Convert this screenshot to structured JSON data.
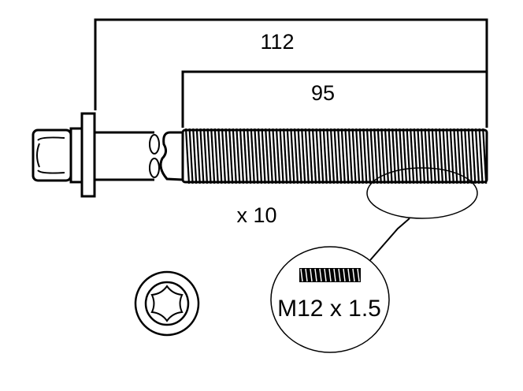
{
  "diagram": {
    "title": "Cylinder head bolt",
    "dimensions": {
      "overall_length": "112",
      "thread_length": "95"
    },
    "quantity_label": "x 10",
    "thread_spec": "M12 x 1.5",
    "head_drive": "torx-external",
    "colors": {
      "line": "#000000",
      "background": "#ffffff"
    }
  }
}
